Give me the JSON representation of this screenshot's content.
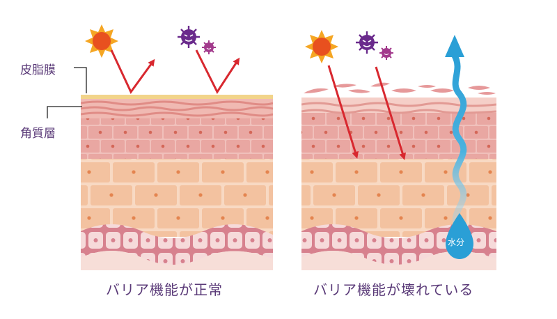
{
  "labels": {
    "sebum_membrane": "皮脂膜",
    "stratum_corneum": "角質層",
    "moisture": "水分"
  },
  "captions": {
    "left": "バリア機能が正常",
    "right": "バリア機能が壊れている"
  },
  "colors": {
    "label_text": "#5a3a78",
    "sebum": "#f2d48a",
    "arrow_red": "#d8282f",
    "sun_orange": "#f5a623",
    "sun_core": "#e8501f",
    "germ_purple": "#6a2a8c",
    "water_blue": "#2a9fd6",
    "corneum_cell": "#e9a7a2",
    "spinous_cell": "#f3c2a0",
    "basal_cell": "#f6dada",
    "wave_pink": "#d7818e"
  },
  "icons": [
    "sun-icon",
    "germ-icon",
    "water-drop-icon"
  ]
}
